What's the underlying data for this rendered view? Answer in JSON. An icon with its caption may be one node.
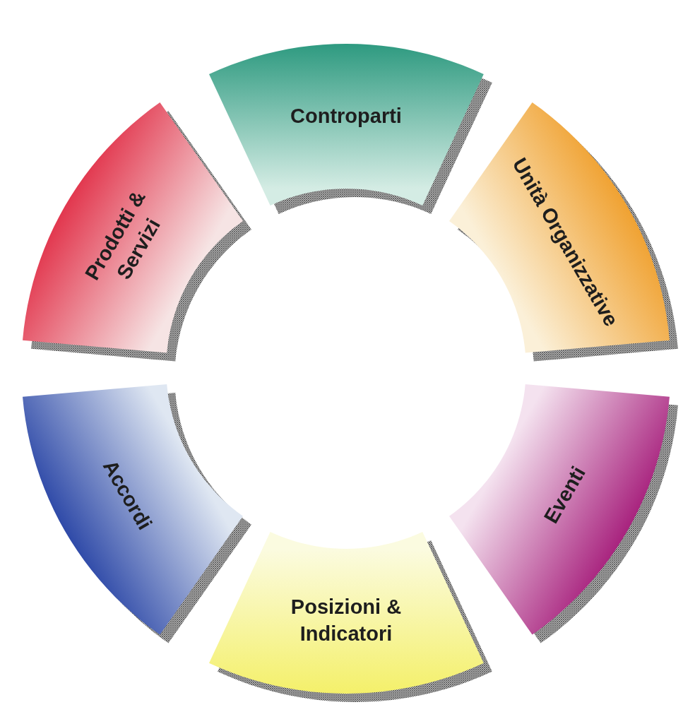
{
  "diagram": {
    "nodes": [
      {
        "text": [
          "Controparti"
        ]
      },
      {
        "text": [
          "Unità Organizzative"
        ]
      },
      {
        "text": [
          "Eventi"
        ]
      },
      {
        "text": [
          "Posizioni & Indicatori"
        ]
      },
      {
        "text": [
          "Accordi"
        ]
      },
      {
        "text": [
          "Prodotti & Servizi"
        ]
      }
    ]
  }
}
